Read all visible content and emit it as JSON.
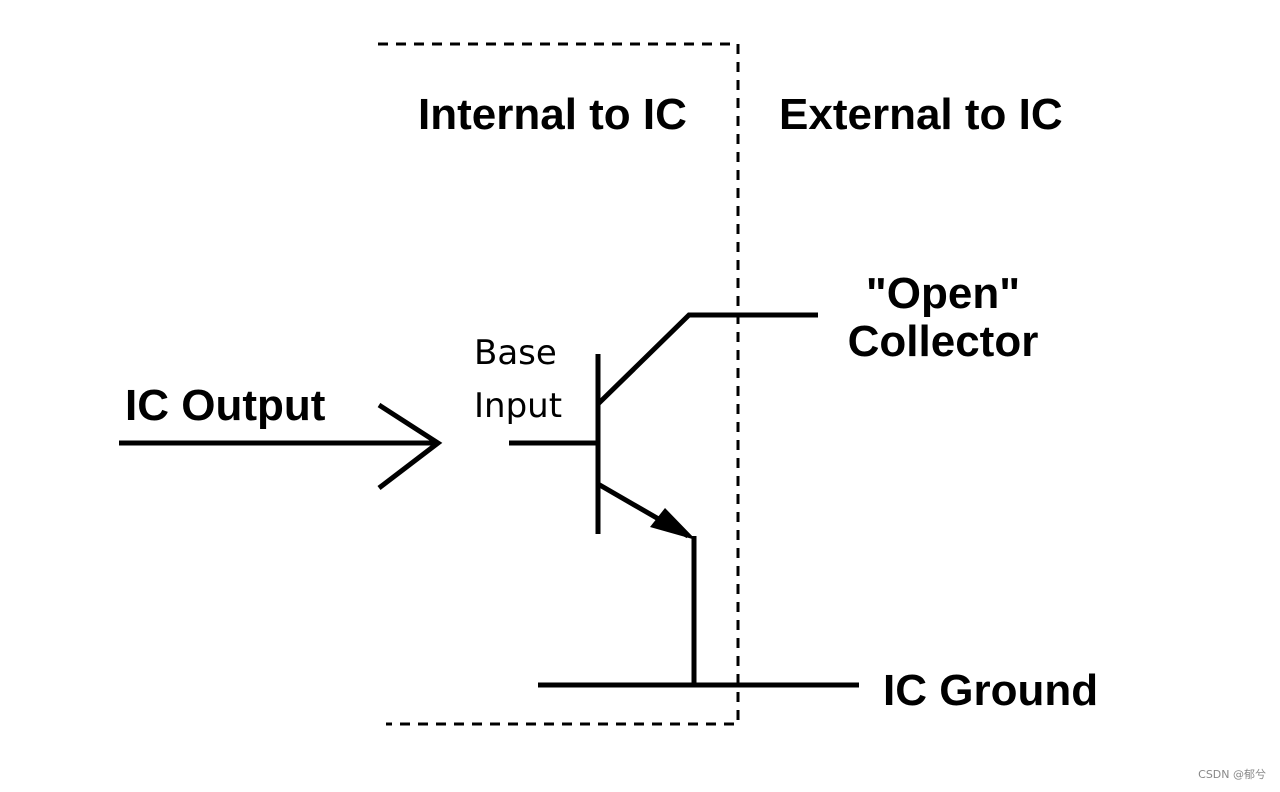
{
  "labels": {
    "internal": "Internal to IC",
    "external": "External to IC",
    "open_line1": "\"Open\"",
    "open_line2": "Collector",
    "ic_output": "IC Output",
    "base_line1": "Base",
    "base_line2": "Input",
    "ic_ground": "IC Ground"
  },
  "watermark": "CSDN @郁兮",
  "colors": {
    "stroke": "#000000",
    "background": "#ffffff",
    "watermark": "#888888"
  }
}
